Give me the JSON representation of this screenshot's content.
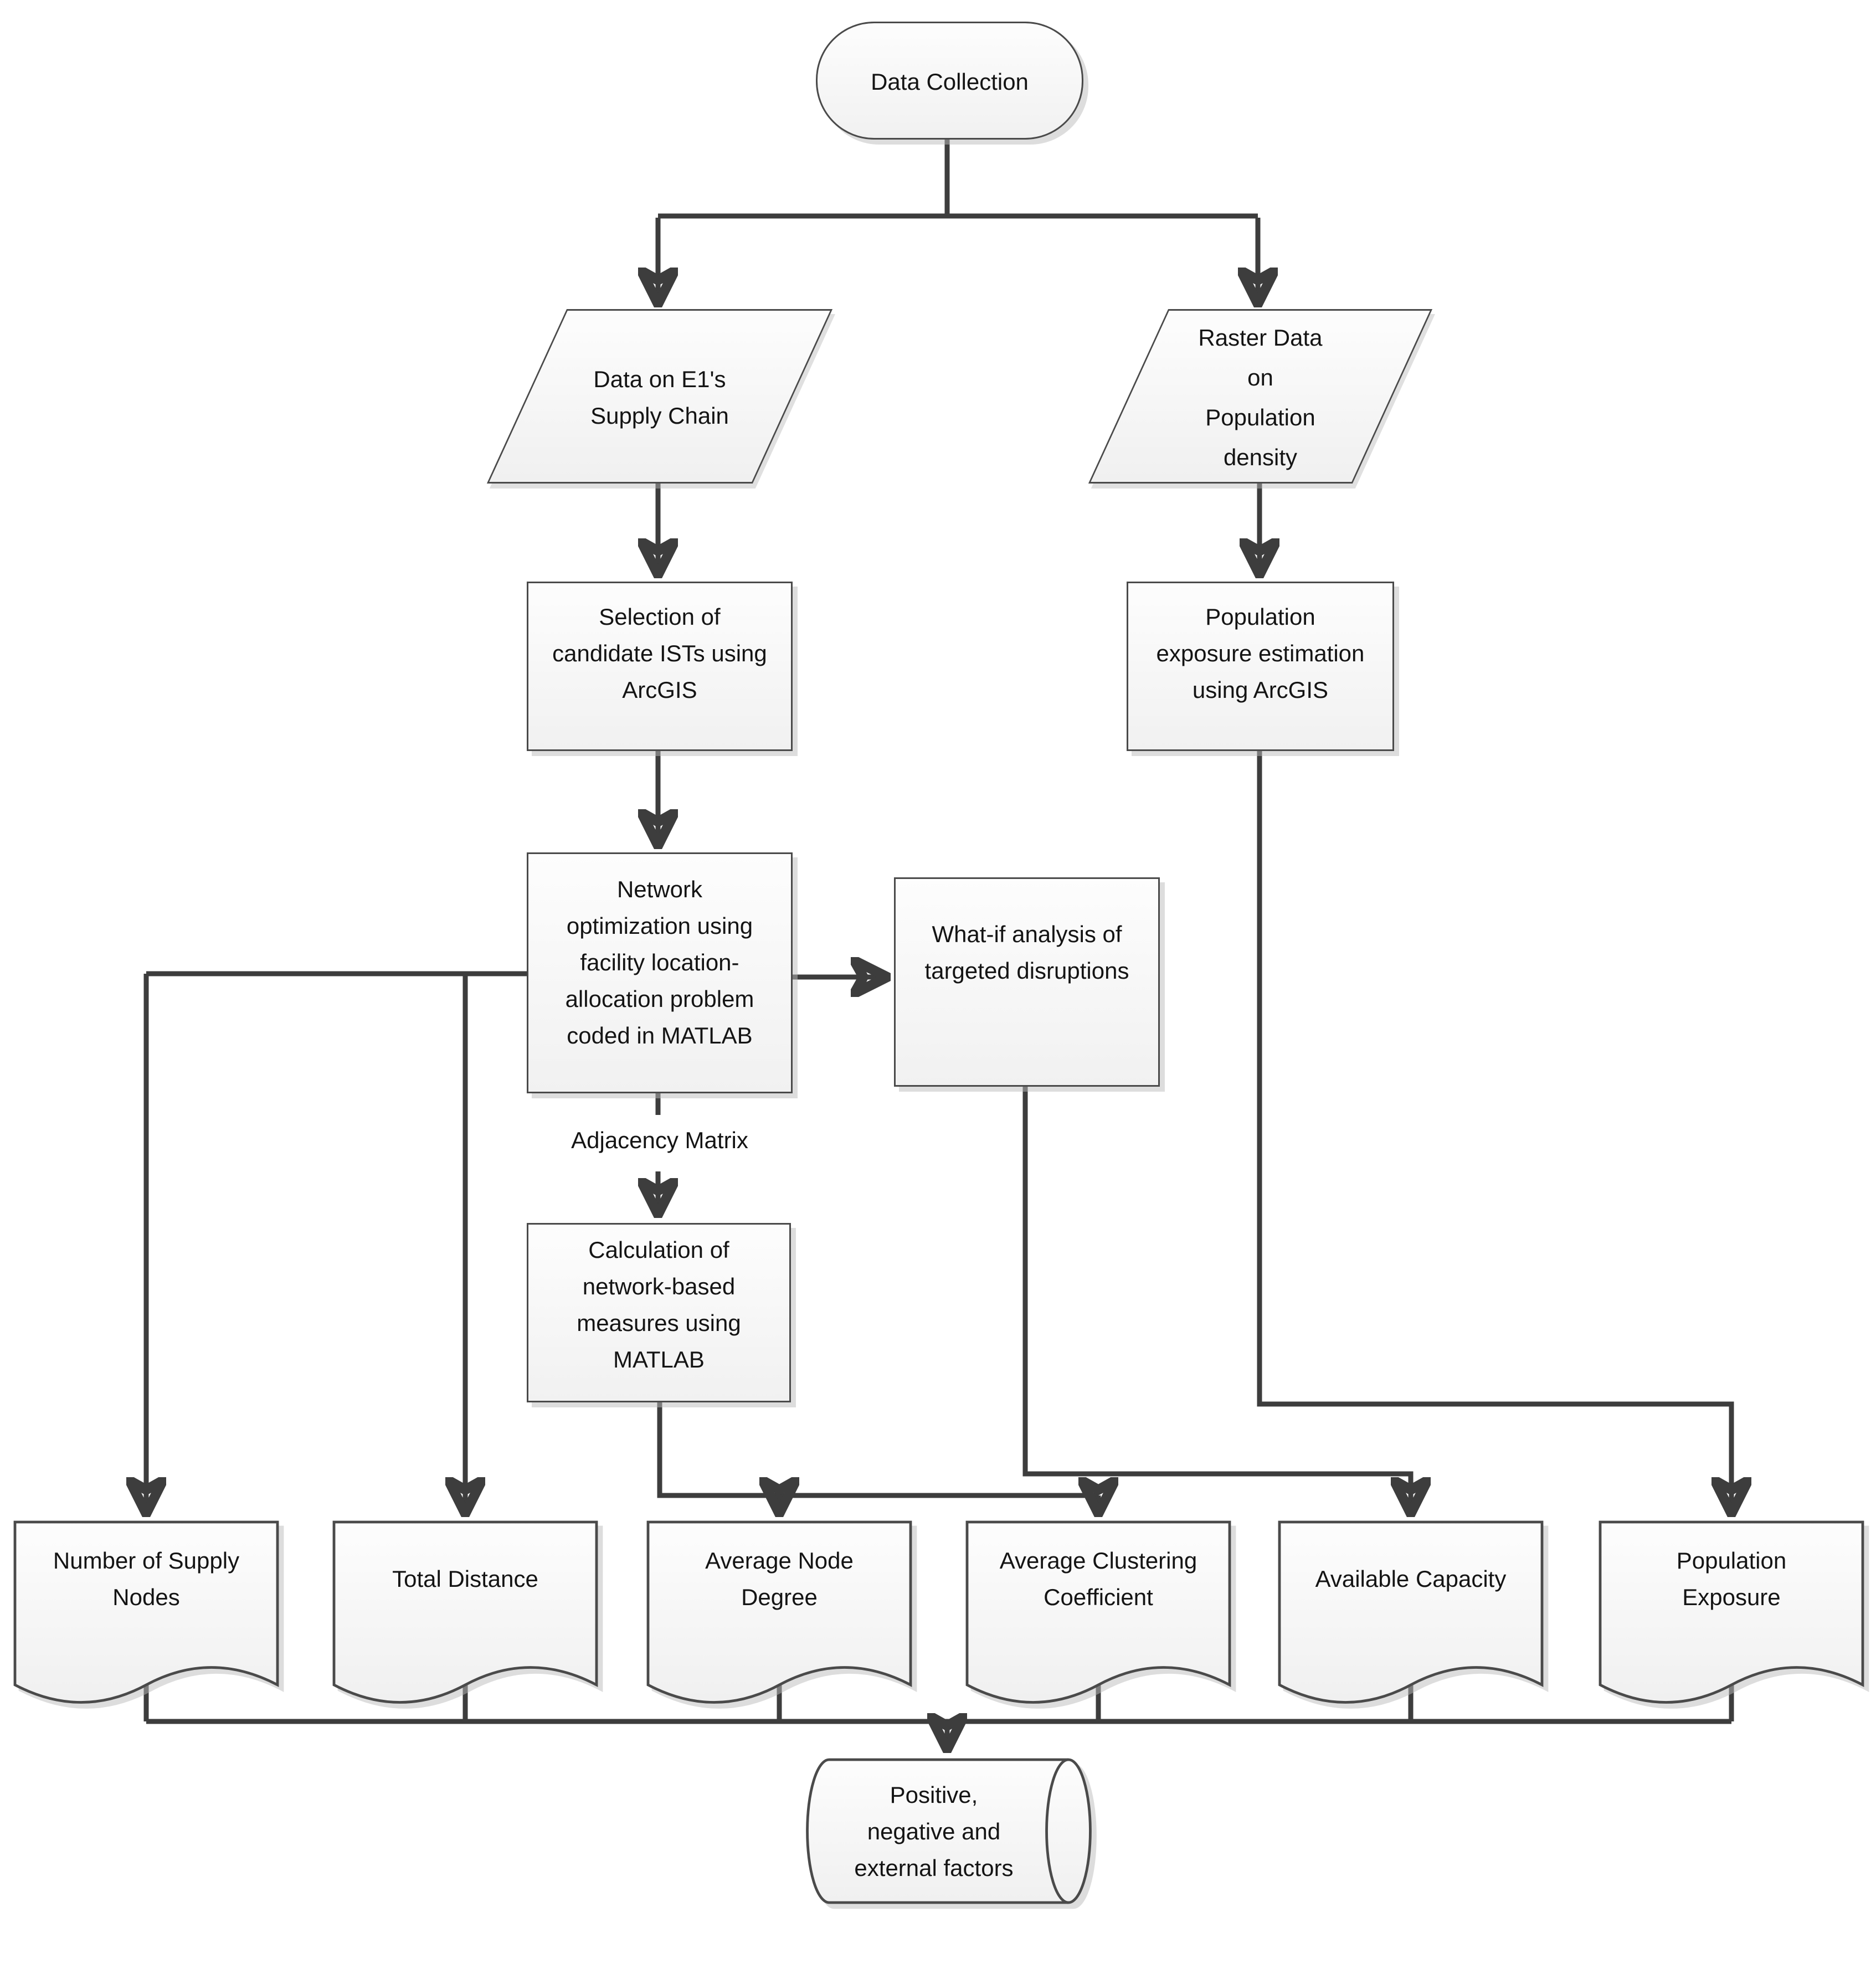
{
  "diagram": {
    "type": "flowchart",
    "colors": {
      "line": "#3d3d3d",
      "shape_border": "#4a4a4a",
      "fill_top": "#fdfdfd",
      "fill_bottom": "#f0f0f0",
      "text": "#141414"
    },
    "nodes": {
      "data_collection": {
        "label": "Data Collection",
        "shape": "terminator"
      },
      "supply_chain_data": {
        "label": "Data on E1's\nSupply Chain",
        "shape": "data-parallelogram"
      },
      "raster_data": {
        "label": "Raster Data\non\nPopulation\ndensity",
        "shape": "data-parallelogram"
      },
      "select_ists": {
        "label": "Selection of\ncandidate ISTs using\nArcGIS",
        "shape": "process"
      },
      "pop_exposure_est": {
        "label": "Population\nexposure estimation\nusing ArcGIS",
        "shape": "process"
      },
      "network_opt": {
        "label": "Network\noptimization using\nfacility location-\nallocation problem\ncoded in MATLAB",
        "shape": "process"
      },
      "what_if": {
        "label": "What-if analysis of\ntargeted disruptions",
        "shape": "process"
      },
      "calc_measures": {
        "label": "Calculation of\nnetwork-based\nmeasures using\nMATLAB",
        "shape": "process"
      },
      "doc_supply_nodes": {
        "label": "Number of Supply\nNodes",
        "shape": "document"
      },
      "doc_total_distance": {
        "label": "Total Distance",
        "shape": "document"
      },
      "doc_avg_node_degree": {
        "label": "Average Node\nDegree",
        "shape": "document"
      },
      "doc_avg_clustering": {
        "label": "Average Clustering\nCoefficient",
        "shape": "document"
      },
      "doc_available_capacity": {
        "label": "Available Capacity",
        "shape": "document"
      },
      "doc_pop_exposure": {
        "label": "Population\nExposure",
        "shape": "document"
      },
      "external_factors": {
        "label": "Positive,\nnegative and\nexternal factors",
        "shape": "stored-data-cylinder"
      }
    },
    "edge_labels": {
      "adjacency_matrix": "Adjacency Matrix"
    }
  }
}
